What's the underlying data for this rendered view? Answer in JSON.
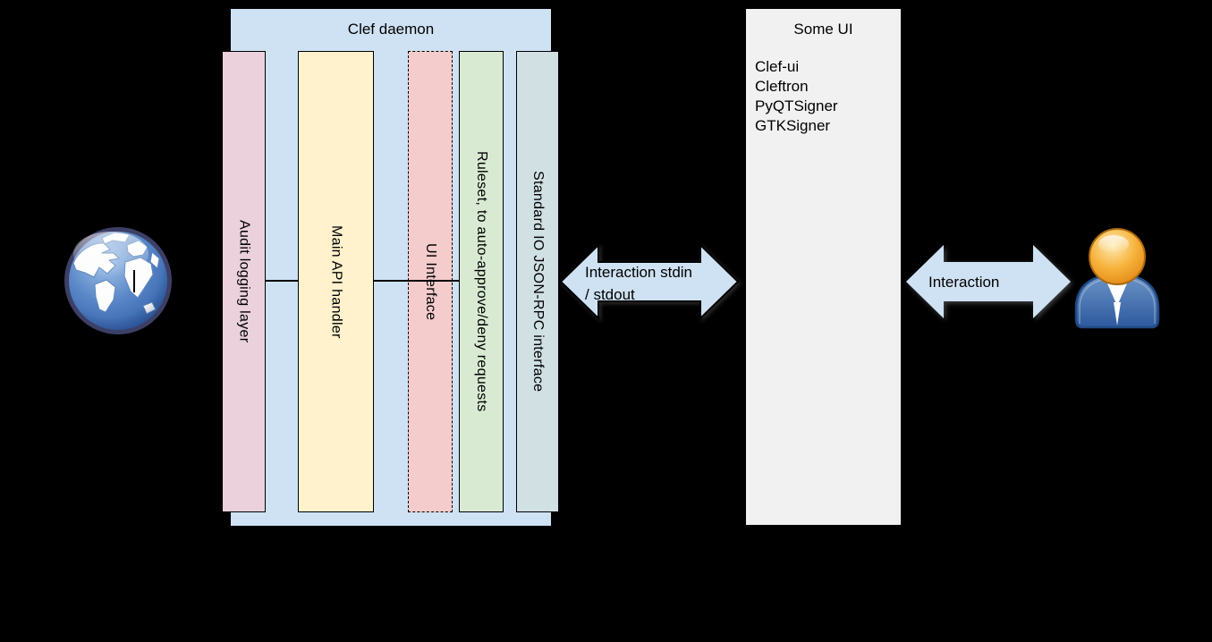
{
  "clef_daemon": {
    "title": "Clef daemon",
    "layers": [
      {
        "id": "audit-logging",
        "label": "Audit logging layer",
        "fill": "#ead1dc",
        "border_style": "solid"
      },
      {
        "id": "main-api",
        "label": "Main API handler",
        "fill": "#fff2cc",
        "border_style": "solid"
      },
      {
        "id": "ui-interface",
        "label": "UI Interface",
        "fill": "#f4cccc",
        "border_style": "dashed"
      },
      {
        "id": "ruleset",
        "label": "Ruleset, to auto-approve/deny requests",
        "fill": "#d9ead3",
        "border_style": "solid"
      },
      {
        "id": "stdio-json-rpc",
        "label": "Standard IO JSON-RPC interface",
        "fill": "#d0e0e3",
        "border_style": "solid"
      }
    ]
  },
  "arrows": {
    "stdin_stdout": {
      "line1": "Interaction stdin",
      "line2": "/ stdout",
      "fill": "#cfe2f3"
    },
    "user_interaction": {
      "label": "Interaction",
      "fill": "#cfe2f3"
    }
  },
  "some_ui": {
    "title": "Some UI",
    "items": [
      "Clef-ui",
      "Cleftron",
      "PyQTSigner",
      "GTKSigner"
    ],
    "fill": "#f1f1f1"
  },
  "icons": {
    "left": "globe-internet-icon",
    "right": "user-person-icon"
  },
  "palette": {
    "background": "#000000",
    "container_fill": "#cfe2f3",
    "outline": "#000000",
    "text": "#000000"
  }
}
